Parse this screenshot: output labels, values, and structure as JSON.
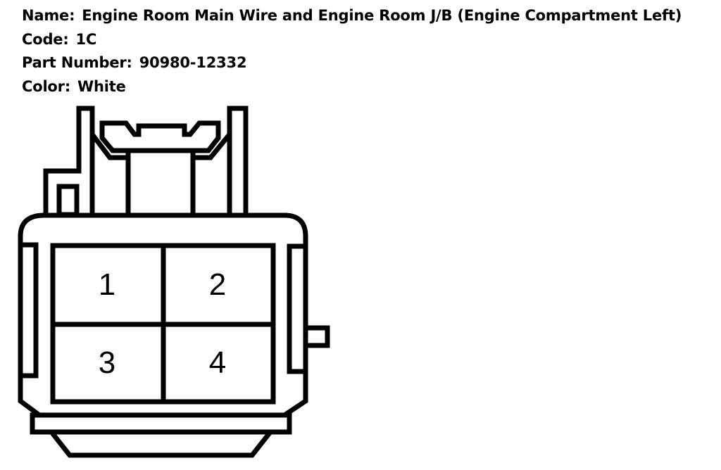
{
  "info": [
    {
      "label": "Name",
      "value": "Engine Room Main Wire and Engine Room J/B (Engine Compartment Left)"
    },
    {
      "label": "Code",
      "value": "1C"
    },
    {
      "label": "Part Number",
      "value": "90980-12332"
    },
    {
      "label": "Color",
      "value": "White"
    }
  ],
  "connector": {
    "pins": [
      "1",
      "2",
      "3",
      "4"
    ]
  },
  "colors": {
    "ink": "#000000",
    "background": "#ffffff"
  }
}
